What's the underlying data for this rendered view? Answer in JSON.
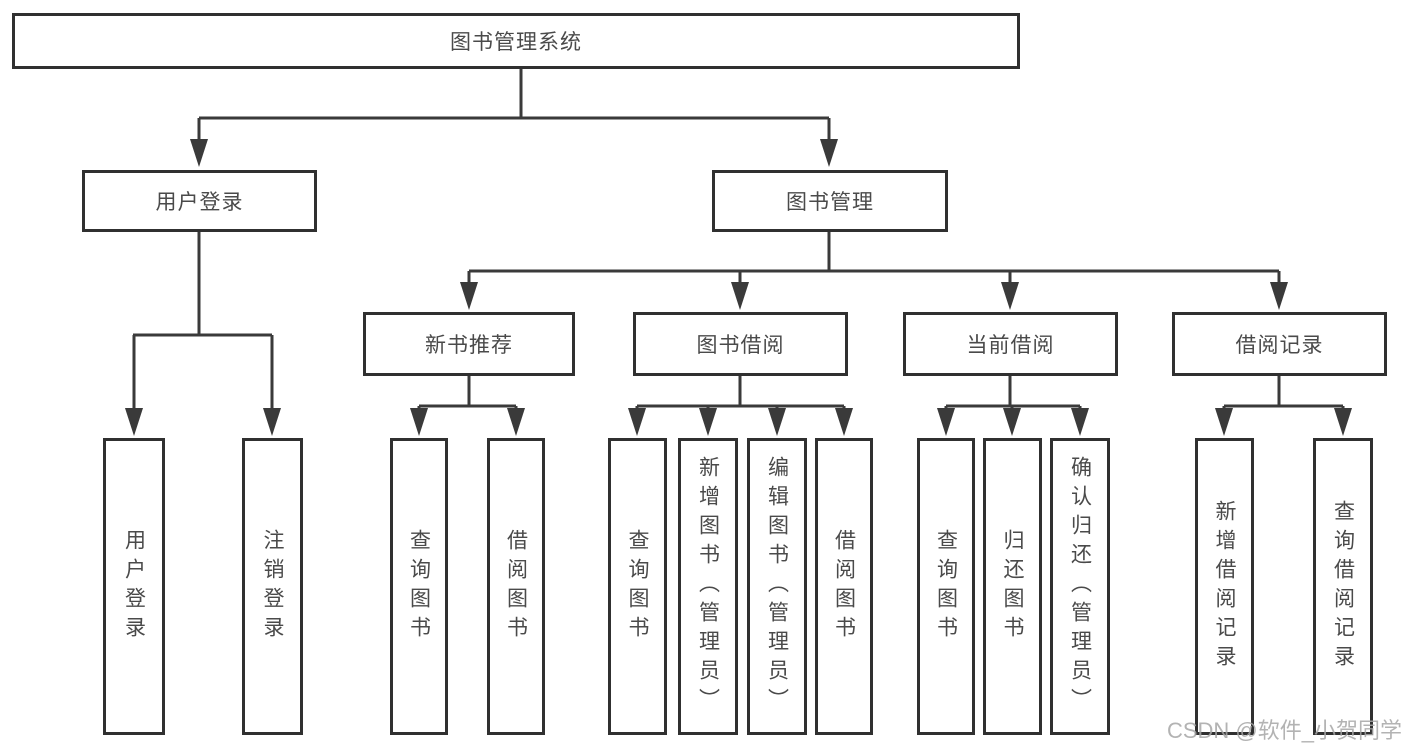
{
  "diagram": {
    "root": {
      "label": "图书管理系统"
    },
    "branches": [
      {
        "label": "用户登录",
        "children": [
          {
            "label": "用户登录"
          },
          {
            "label": "注销登录"
          }
        ]
      },
      {
        "label": "图书管理",
        "children": [
          {
            "label": "新书推荐",
            "children": [
              {
                "label": "查询图书"
              },
              {
                "label": "借阅图书"
              }
            ]
          },
          {
            "label": "图书借阅",
            "children": [
              {
                "label": "查询图书"
              },
              {
                "label": "新增图书（管理员）"
              },
              {
                "label": "编辑图书（管理员）"
              },
              {
                "label": "借阅图书"
              }
            ]
          },
          {
            "label": "当前借阅",
            "children": [
              {
                "label": "查询图书"
              },
              {
                "label": "归还图书"
              },
              {
                "label": "确认归还（管理员）"
              }
            ]
          },
          {
            "label": "借阅记录",
            "children": [
              {
                "label": "新增借阅记录"
              },
              {
                "label": "查询借阅记录"
              }
            ]
          }
        ]
      }
    ]
  },
  "watermark": {
    "text": "CSDN @软件_小贺同学"
  },
  "colors": {
    "line": "#3a3a3a",
    "box_border": "#303030",
    "text": "#4a4a4a",
    "watermark": "#a6a6a6",
    "background": "#ffffff"
  }
}
